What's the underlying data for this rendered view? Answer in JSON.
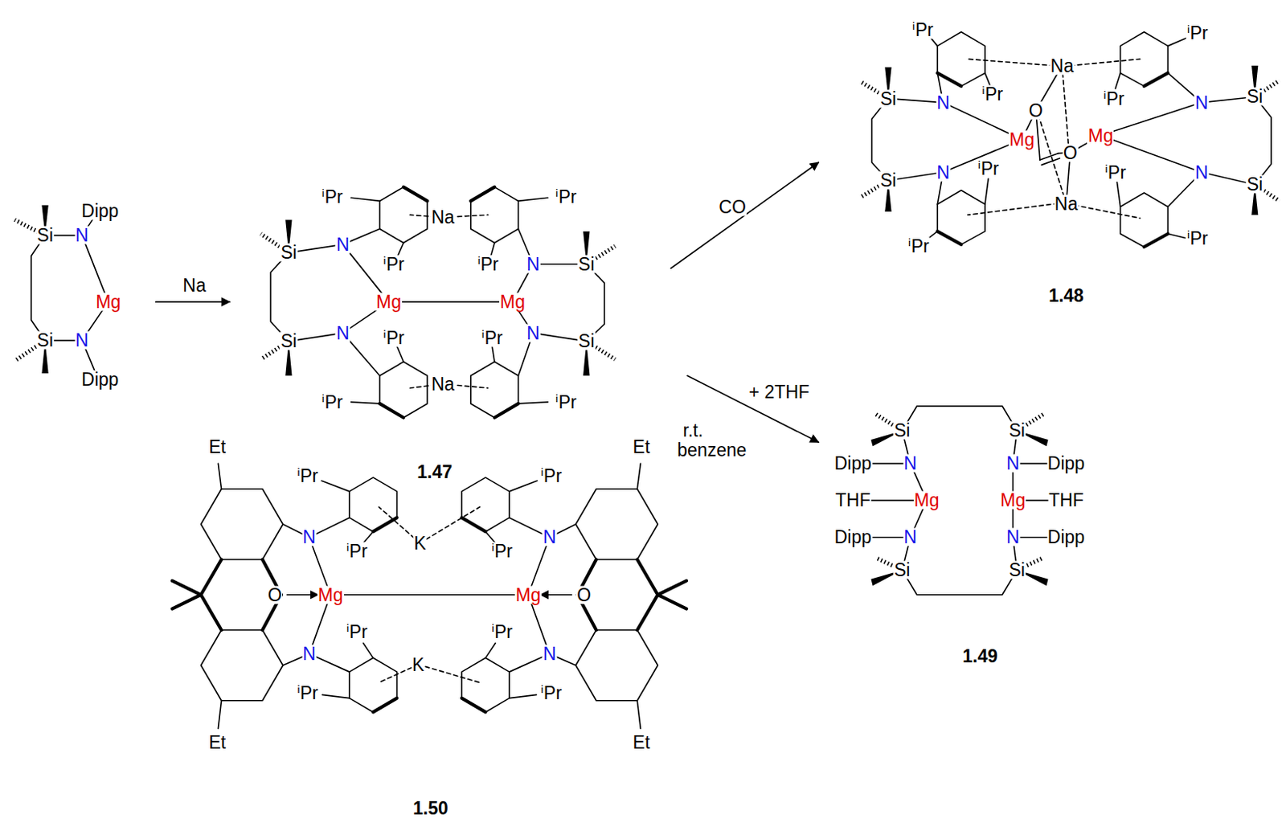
{
  "diagram": {
    "labels": [
      "Si",
      "N",
      "Dipp",
      "Mg",
      "Si",
      "N",
      "Dipp",
      "Na",
      "ⁱPr",
      "Si",
      "N",
      "ⁱPr",
      "Na",
      "ⁱPr",
      "ⁱPr",
      "N",
      "Si",
      "Mg",
      "Mg",
      "Si",
      "N",
      "ⁱPr",
      "ⁱPr",
      "N",
      "Si",
      "Na",
      "ⁱPr",
      "ⁱPr",
      "1.47",
      "CO",
      "+ 2THF",
      "r.t.",
      "benzene",
      "ⁱPr",
      "Si",
      "N",
      "ⁱPr",
      "Na",
      "ⁱPr",
      "ⁱPr",
      "N",
      "Si",
      "O",
      "Mg",
      "O",
      "Mg",
      "ⁱPr",
      "ⁱPr",
      "Si",
      "N",
      "N",
      "Si",
      "Na",
      "ⁱPr",
      "ⁱPr",
      "1.48",
      "Si",
      "Si",
      "Dipp",
      "N",
      "N",
      "Dipp",
      "THF",
      "Mg",
      "Mg",
      "THF",
      "Dipp",
      "N",
      "N",
      "Dipp",
      "Si",
      "Si",
      "1.49",
      "Et",
      "ⁱPr",
      "ⁱPr",
      "Et",
      "N",
      "K",
      "N",
      "ⁱPr",
      "ⁱPr",
      "O",
      "Mg",
      "Mg",
      "O",
      "ⁱPr",
      "ⁱPr",
      "N",
      "N",
      "K",
      "ⁱPr",
      "ⁱPr",
      "Et",
      "Et",
      "1.50"
    ]
  }
}
